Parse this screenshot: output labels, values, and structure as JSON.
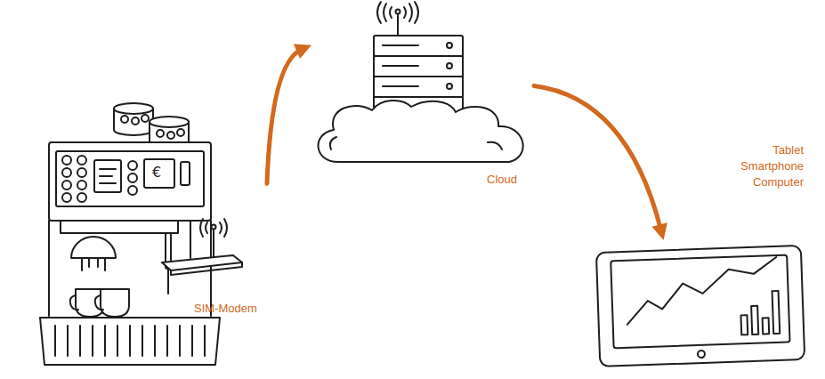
{
  "diagram": {
    "nodes": [
      {
        "text": [
          "SIM-Modem"
        ]
      },
      {
        "text": [
          "Cloud"
        ]
      },
      {
        "text": [
          "Tablet Smartphone Computer"
        ]
      }
    ],
    "edges": [
      {
        "from": 0,
        "to": 1,
        "arrow": "to"
      },
      {
        "from": 1,
        "to": 2,
        "arrow": "to"
      }
    ],
    "labels": [
      "€"
    ]
  }
}
